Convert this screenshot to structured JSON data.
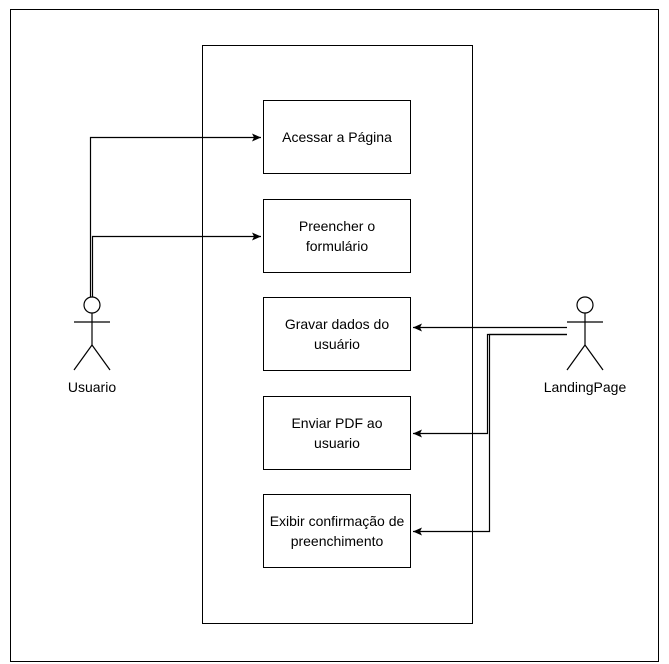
{
  "actors": {
    "left": {
      "label": "Usuario"
    },
    "right": {
      "label": "LandingPage"
    }
  },
  "use_cases": [
    {
      "label": "Acessar a Página"
    },
    {
      "label": "Preencher o formulário"
    },
    {
      "label": "Gravar dados do usuário"
    },
    {
      "label": "Enviar PDF ao usuario"
    },
    {
      "label": "Exibir confirmação de preenchimento"
    }
  ],
  "colors": {
    "stroke": "#000000",
    "background": "#ffffff"
  }
}
